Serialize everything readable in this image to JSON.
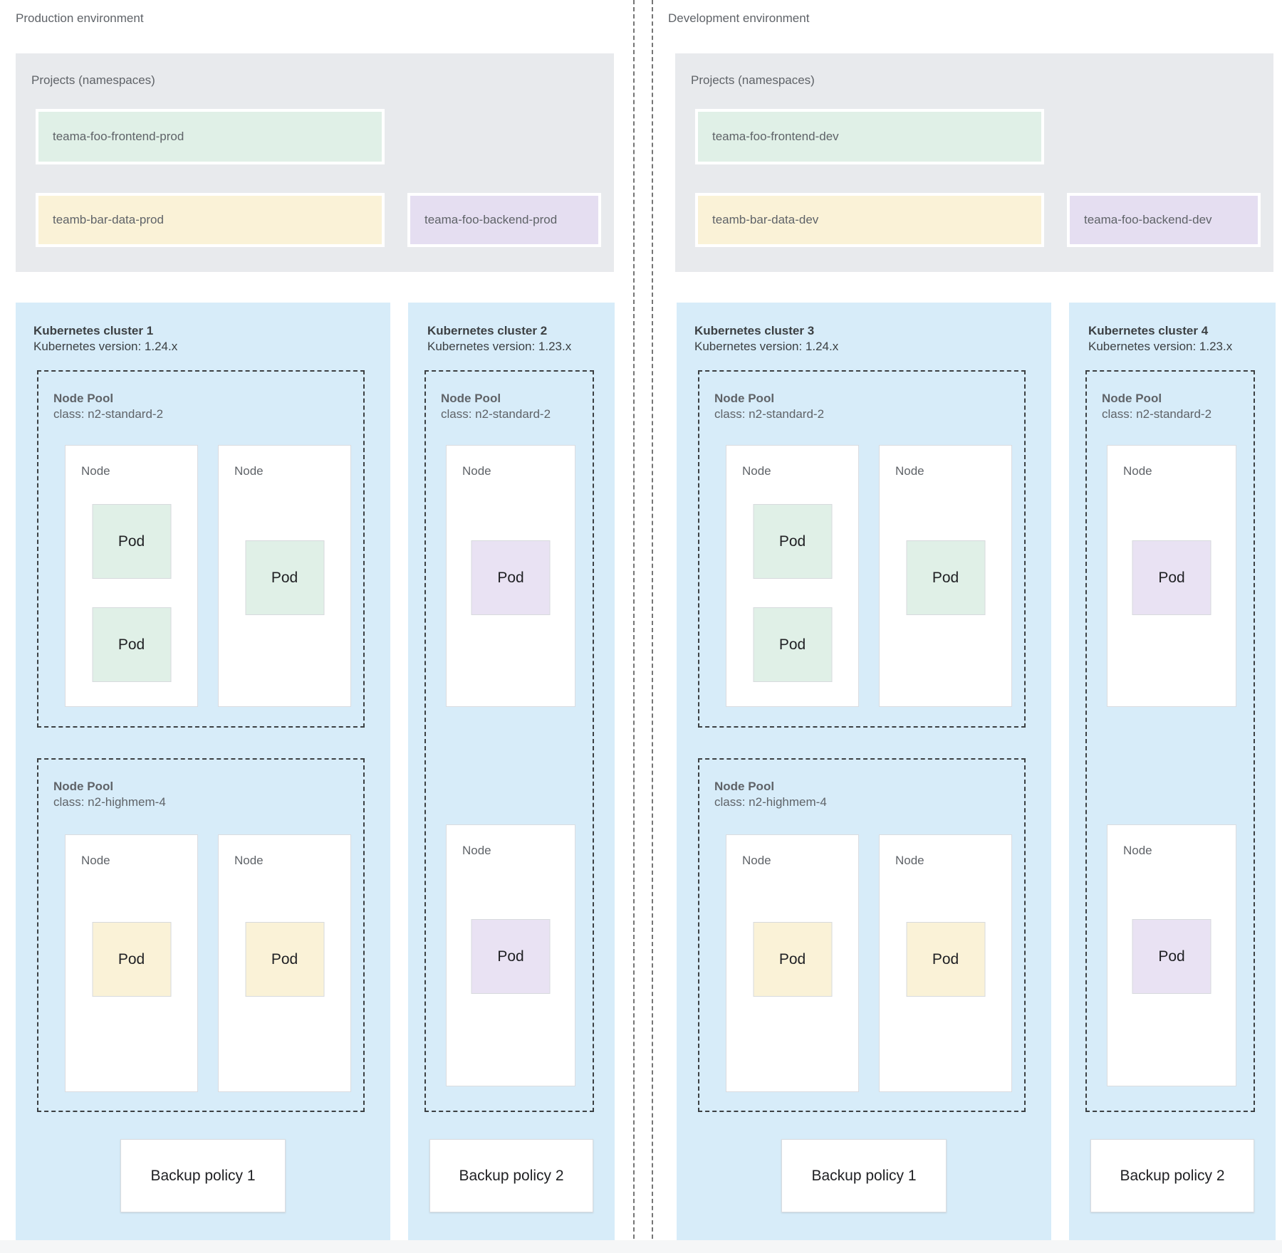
{
  "palette": {
    "cluster_blue": "#d7ecf9",
    "projects_gray": "#e8eaed",
    "namespace_green": "#e0f0e7",
    "namespace_yellow": "#faf2d7",
    "namespace_purple": "#e5def1",
    "pod_green": "#e0f0e7",
    "pod_yellow": "#faf2d7",
    "pod_purple": "#e9e2f3",
    "text_dark": "#3c4043",
    "text_muted": "#5f6368",
    "text_black": "#202124"
  },
  "environments": [
    {
      "label": "Production environment",
      "projects": {
        "title": "Projects (namespaces)",
        "namespaces": [
          {
            "name": "teama-foo-frontend-prod",
            "color": "green"
          },
          {
            "name": "teamb-bar-data-prod",
            "color": "yellow"
          },
          {
            "name": "teama-foo-backend-prod",
            "color": "purple"
          }
        ]
      },
      "clusters": [
        {
          "title": "Kubernetes cluster 1",
          "version": "Kubernetes version: 1.24.x",
          "backup_policy": "Backup policy 1",
          "pools": [
            {
              "title": "Node Pool",
              "class": "class: n2-standard-2",
              "nodes": [
                {
                  "label": "Node",
                  "pods": [
                    {
                      "label": "Pod",
                      "color": "green"
                    },
                    {
                      "label": "Pod",
                      "color": "green"
                    }
                  ]
                },
                {
                  "label": "Node",
                  "pods": [
                    {
                      "label": "Pod",
                      "color": "green"
                    }
                  ]
                }
              ]
            },
            {
              "title": "Node Pool",
              "class": "class: n2-highmem-4",
              "nodes": [
                {
                  "label": "Node",
                  "pods": [
                    {
                      "label": "Pod",
                      "color": "yellow"
                    }
                  ]
                },
                {
                  "label": "Node",
                  "pods": [
                    {
                      "label": "Pod",
                      "color": "yellow"
                    }
                  ]
                }
              ]
            }
          ]
        },
        {
          "title": "Kubernetes cluster 2",
          "version": "Kubernetes version: 1.23.x",
          "backup_policy": "Backup policy 2",
          "pools": [
            {
              "title": "Node Pool",
              "class": "class: n2-standard-2",
              "nodes": [
                {
                  "label": "Node",
                  "pods": [
                    {
                      "label": "Pod",
                      "color": "purple"
                    }
                  ]
                },
                {
                  "label": "Node",
                  "pods": [
                    {
                      "label": "Pod",
                      "color": "purple"
                    }
                  ]
                }
              ]
            }
          ]
        }
      ]
    },
    {
      "label": "Development environment",
      "projects": {
        "title": "Projects (namespaces)",
        "namespaces": [
          {
            "name": "teama-foo-frontend-dev",
            "color": "green"
          },
          {
            "name": "teamb-bar-data-dev",
            "color": "yellow"
          },
          {
            "name": "teama-foo-backend-dev",
            "color": "purple"
          }
        ]
      },
      "clusters": [
        {
          "title": "Kubernetes cluster 3",
          "version": "Kubernetes version: 1.24.x",
          "backup_policy": "Backup policy 1",
          "pools": [
            {
              "title": "Node Pool",
              "class": "class: n2-standard-2",
              "nodes": [
                {
                  "label": "Node",
                  "pods": [
                    {
                      "label": "Pod",
                      "color": "green"
                    },
                    {
                      "label": "Pod",
                      "color": "green"
                    }
                  ]
                },
                {
                  "label": "Node",
                  "pods": [
                    {
                      "label": "Pod",
                      "color": "green"
                    }
                  ]
                }
              ]
            },
            {
              "title": "Node Pool",
              "class": "class: n2-highmem-4",
              "nodes": [
                {
                  "label": "Node",
                  "pods": [
                    {
                      "label": "Pod",
                      "color": "yellow"
                    }
                  ]
                },
                {
                  "label": "Node",
                  "pods": [
                    {
                      "label": "Pod",
                      "color": "yellow"
                    }
                  ]
                }
              ]
            }
          ]
        },
        {
          "title": "Kubernetes cluster 4",
          "version": "Kubernetes version: 1.23.x",
          "backup_policy": "Backup policy 2",
          "pools": [
            {
              "title": "Node Pool",
              "class": "class: n2-standard-2",
              "nodes": [
                {
                  "label": "Node",
                  "pods": [
                    {
                      "label": "Pod",
                      "color": "purple"
                    }
                  ]
                },
                {
                  "label": "Node",
                  "pods": [
                    {
                      "label": "Pod",
                      "color": "purple"
                    }
                  ]
                }
              ]
            }
          ]
        }
      ]
    }
  ]
}
